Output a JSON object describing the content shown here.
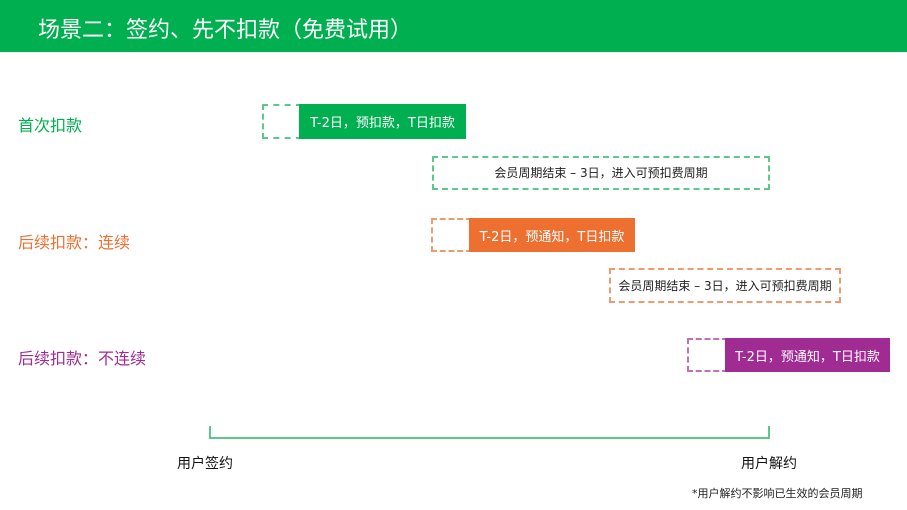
{
  "title": "场景二：签约、先不扣款（免费试用）",
  "colors": {
    "green": "#00b050",
    "orange": "#ed7031",
    "purple": "#a02b93",
    "bracket": "#5cc98a"
  },
  "rows": [
    {
      "label": "首次扣款",
      "action": "T-2日，预扣款，T日扣款",
      "period": "会员周期结束 – 3日，进入可预扣费周期"
    },
    {
      "label": "后续扣款：连续",
      "action": "T-2日，预通知，T日扣款",
      "period": "会员周期结束 – 3日，进入可预扣费周期"
    },
    {
      "label": "后续扣款：不连续",
      "action": "T-2日，预通知，T日扣款"
    }
  ],
  "timeline": {
    "start": "用户签约",
    "end": "用户解约"
  },
  "footnote": "*用户解约不影响已生效的会员周期"
}
